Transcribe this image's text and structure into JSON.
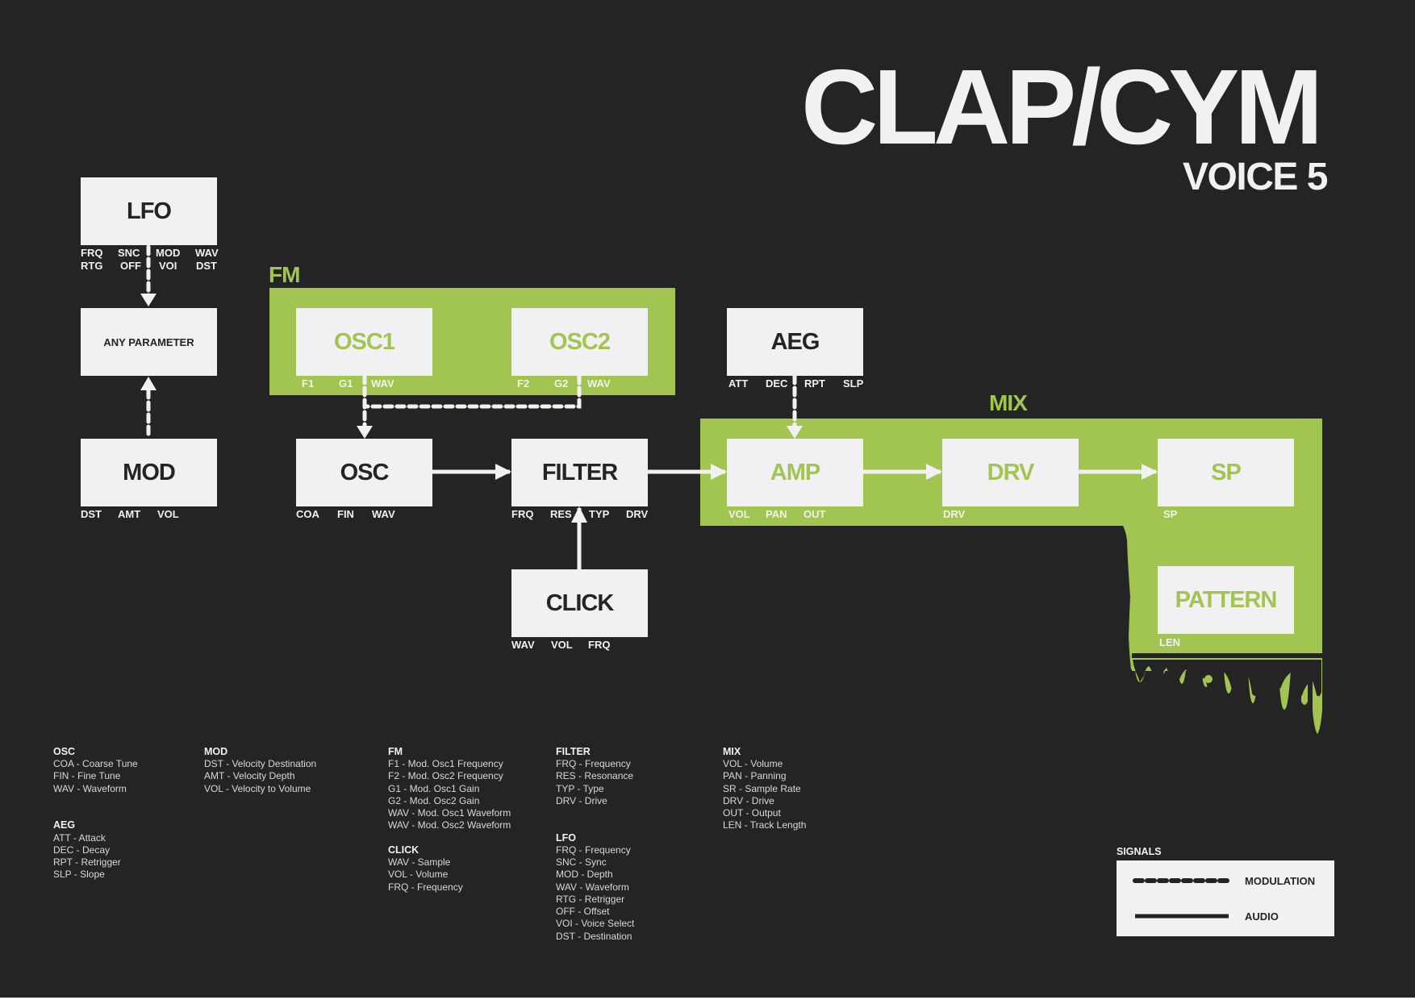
{
  "title": "CLAP/CYM",
  "subtitle": "VOICE 5",
  "colors": {
    "background": "#252425",
    "box": "#f1f1f3",
    "accent_green": "#a1c550"
  },
  "groups": {
    "fm": "FM",
    "mix": "MIX"
  },
  "blocks": {
    "lfo": {
      "label": "LFO",
      "params": [
        "FRQ",
        "SNC",
        "MOD",
        "WAV",
        "RTG",
        "OFF",
        "VOI",
        "DST"
      ]
    },
    "any_parameter": {
      "label": "ANY PARAMETER"
    },
    "mod": {
      "label": "MOD",
      "params": [
        "DST",
        "AMT",
        "VOL"
      ]
    },
    "osc1": {
      "label": "OSC1",
      "params": [
        "F1",
        "G1",
        "WAV"
      ]
    },
    "osc2": {
      "label": "OSC2",
      "params": [
        "F2",
        "G2",
        "WAV"
      ]
    },
    "aeg": {
      "label": "AEG",
      "params": [
        "ATT",
        "DEC",
        "RPT",
        "SLP"
      ]
    },
    "osc": {
      "label": "OSC",
      "params": [
        "COA",
        "FIN",
        "WAV"
      ]
    },
    "filter": {
      "label": "FILTER",
      "params": [
        "FRQ",
        "RES",
        "TYP",
        "DRV"
      ]
    },
    "amp": {
      "label": "AMP",
      "params": [
        "VOL",
        "PAN",
        "OUT"
      ]
    },
    "drv": {
      "label": "DRV",
      "params": [
        "DRV"
      ]
    },
    "sp": {
      "label": "SP",
      "params": [
        "SP"
      ]
    },
    "click": {
      "label": "CLICK",
      "params": [
        "WAV",
        "VOL",
        "FRQ"
      ]
    },
    "pattern": {
      "label": "PATTERN",
      "params": [
        "LEN"
      ]
    }
  },
  "legend": {
    "osc": {
      "title": "OSC",
      "items": [
        "COA - Coarse Tune",
        "FIN - Fine Tune",
        "WAV - Waveform"
      ]
    },
    "aeg": {
      "title": "AEG",
      "items": [
        "ATT - Attack",
        "DEC - Decay",
        "RPT - Retrigger",
        "SLP - Slope"
      ]
    },
    "mod": {
      "title": "MOD",
      "items": [
        "DST - Velocity Destination",
        "AMT - Velocity Depth",
        "VOL - Velocity to Volume"
      ]
    },
    "fm": {
      "title": "FM",
      "items": [
        "F1 - Mod. Osc1 Frequency",
        "F2 - Mod. Osc2 Frequency",
        "G1 - Mod. Osc1 Gain",
        "G2 - Mod. Osc2 Gain",
        "WAV - Mod.  Osc1 Waveform",
        "WAV - Mod. Osc2 Waveform"
      ]
    },
    "click": {
      "title": "CLICK",
      "items": [
        "WAV - Sample",
        "VOL - Volume",
        "FRQ - Frequency"
      ]
    },
    "filter": {
      "title": "FILTER",
      "items": [
        "FRQ - Frequency",
        "RES - Resonance",
        "TYP - Type",
        "DRV - Drive"
      ]
    },
    "lfo": {
      "title": "LFO",
      "items": [
        "FRQ - Frequency",
        "SNC - Sync",
        "MOD - Depth",
        "WAV - Waveform",
        "RTG - Retrigger",
        "OFF - Offset",
        "VOI - Voice Select",
        "DST - Destination"
      ]
    },
    "mix": {
      "title": "MIX",
      "items": [
        "VOL - Volume",
        "PAN - Panning",
        "SR - Sample Rate",
        "DRV - Drive",
        "OUT - Output",
        "LEN - Track Length"
      ]
    }
  },
  "signals": {
    "title": "SIGNALS",
    "modulation": "MODULATION",
    "audio": "AUDIO"
  }
}
